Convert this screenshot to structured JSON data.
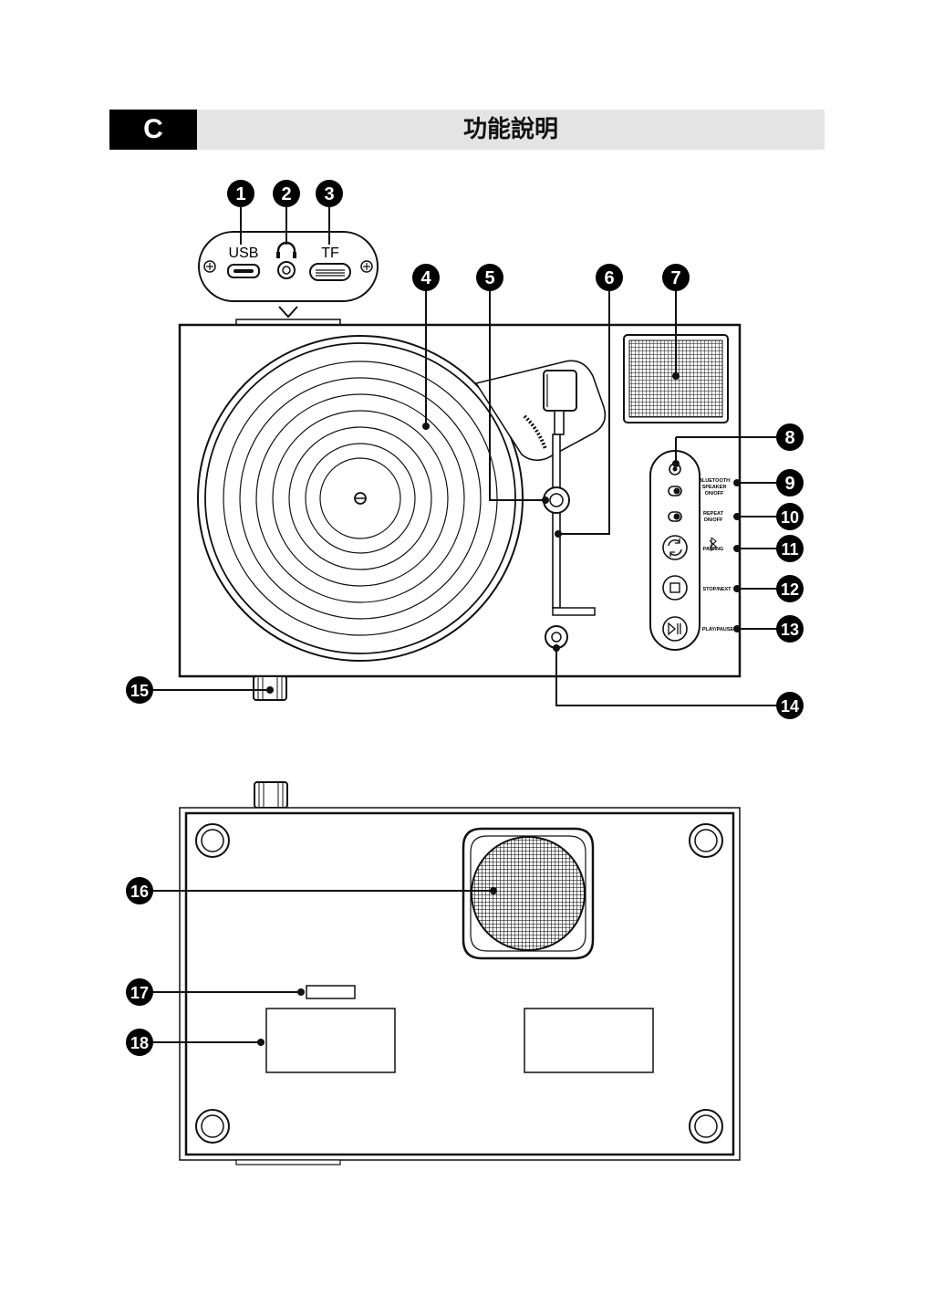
{
  "header": {
    "section_letter": "C",
    "title": "功能說明"
  },
  "connector_panel": {
    "usb_label": "USB",
    "tf_label": "TF"
  },
  "callouts": [
    "1",
    "2",
    "3",
    "4",
    "5",
    "6",
    "7",
    "8",
    "9",
    "10",
    "11",
    "12",
    "13",
    "14",
    "15",
    "16",
    "17",
    "18"
  ],
  "control_panel": {
    "bluetooth_label_1": "BLUETOOTH",
    "bluetooth_label_2": "SPEAKER",
    "bluetooth_label_3": "ON/OFF",
    "repeat_label_1": "REPEAT",
    "repeat_label_2": "ON/OFF",
    "pairing_label": "PAIRING",
    "stop_next_label": "STOP/NEXT",
    "play_pause_label": "PLAY/PAUSE"
  },
  "icons": {
    "headphone": "headphone-icon",
    "bluetooth": "bluetooth-icon",
    "repeat": "repeat-icon",
    "stop": "stop-icon",
    "play_pause": "play-pause-icon",
    "arrow": "down-arrow-icon"
  },
  "colors": {
    "ink": "#111111",
    "header_bar": "#e4e4e4",
    "badge": "#000000"
  }
}
